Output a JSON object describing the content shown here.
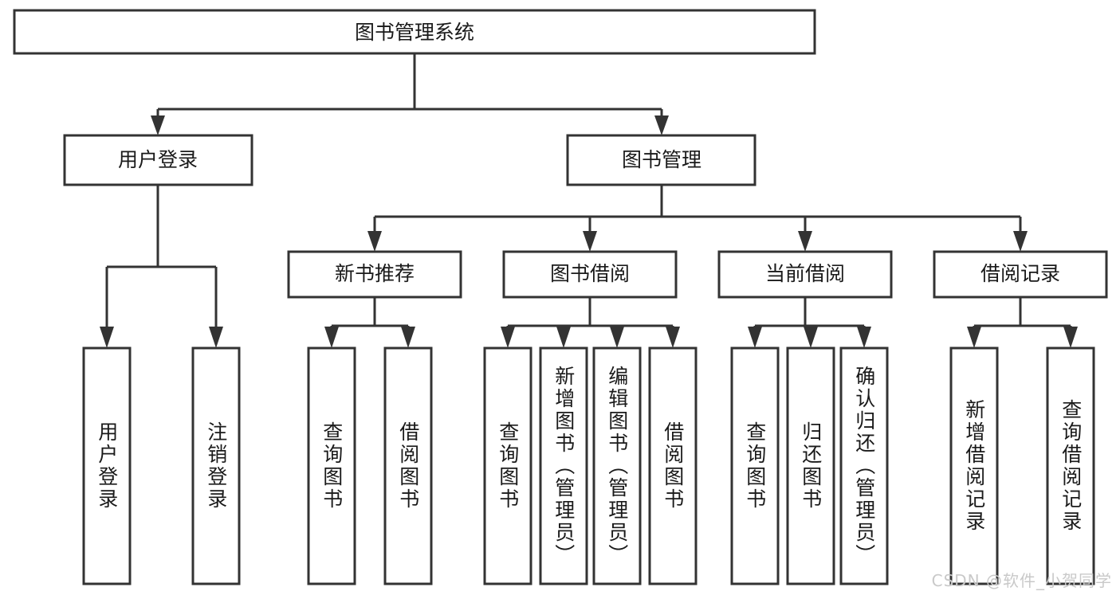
{
  "diagram": {
    "type": "tree",
    "orientation": "top-down",
    "title": "图书管理系统",
    "root": {
      "id": "root",
      "label": "图书管理系统"
    },
    "level2": [
      {
        "id": "user-login",
        "label": "用户登录"
      },
      {
        "id": "book-manage",
        "label": "图书管理"
      }
    ],
    "level3": [
      {
        "id": "new-book-recommend",
        "label": "新书推荐",
        "parent": "book-manage"
      },
      {
        "id": "book-borrow",
        "label": "图书借阅",
        "parent": "book-manage"
      },
      {
        "id": "current-borrow",
        "label": "当前借阅",
        "parent": "book-manage"
      },
      {
        "id": "borrow-record",
        "label": "借阅记录",
        "parent": "book-manage"
      }
    ],
    "leaves": [
      {
        "id": "leaf-user-login",
        "label": "用户登录",
        "parent": "user-login"
      },
      {
        "id": "leaf-user-logout",
        "label": "注销登录",
        "parent": "user-login"
      },
      {
        "id": "leaf-query-book-1",
        "label": "查询图书",
        "parent": "new-book-recommend"
      },
      {
        "id": "leaf-borrow-book-1",
        "label": "借阅图书",
        "parent": "new-book-recommend"
      },
      {
        "id": "leaf-query-book-2",
        "label": "查询图书",
        "parent": "book-borrow"
      },
      {
        "id": "leaf-add-book",
        "label": "新增图书（管理员）",
        "parent": "book-borrow"
      },
      {
        "id": "leaf-edit-book",
        "label": "编辑图书（管理员）",
        "parent": "book-borrow"
      },
      {
        "id": "leaf-borrow-book-2",
        "label": "借阅图书",
        "parent": "book-borrow"
      },
      {
        "id": "leaf-query-book-3",
        "label": "查询图书",
        "parent": "current-borrow"
      },
      {
        "id": "leaf-return-book",
        "label": "归还图书",
        "parent": "current-borrow"
      },
      {
        "id": "leaf-confirm-return",
        "label": "确认归还（管理员）",
        "parent": "current-borrow"
      },
      {
        "id": "leaf-add-record",
        "label": "新增借阅记录",
        "parent": "borrow-record"
      },
      {
        "id": "leaf-query-record",
        "label": "查询借阅记录",
        "parent": "borrow-record"
      }
    ],
    "colors": {
      "box_stroke": "#333333",
      "box_fill": "#ffffff",
      "text": "#1a1a1a",
      "connector": "#333333",
      "watermark": "#c9c9c9",
      "background": "#ffffff"
    }
  },
  "watermark": {
    "text": "CSDN @软件_小贺同学"
  }
}
